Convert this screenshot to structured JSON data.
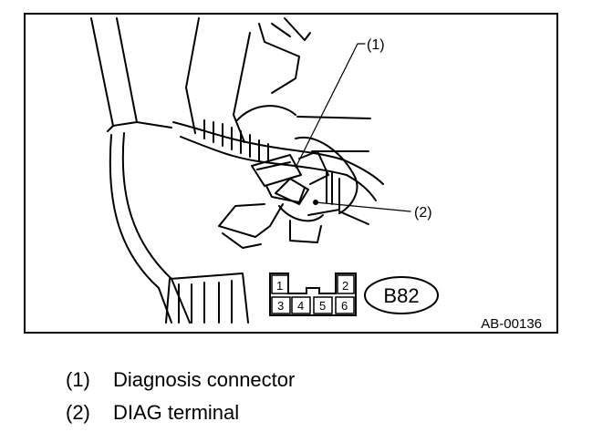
{
  "figure": {
    "callouts": {
      "one": "(1)",
      "two": "(2)"
    },
    "connector_pins": {
      "p1": "1",
      "p2": "2",
      "p3": "3",
      "p4": "4",
      "p5": "5",
      "p6": "6"
    },
    "connector_code": "B82",
    "reference_code": "AB-00136"
  },
  "legend": [
    {
      "num": "(1)",
      "text": "Diagnosis connector"
    },
    {
      "num": "(2)",
      "text": "DIAG terminal"
    }
  ]
}
